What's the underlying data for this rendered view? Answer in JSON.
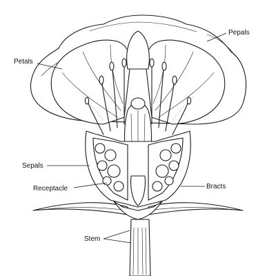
{
  "labels": {
    "pepals": "Pepals",
    "petals": "Petals",
    "sepals": "Sepals",
    "receptacle": "Receptacle",
    "bracts": "Bracts",
    "stem": "Stem"
  }
}
